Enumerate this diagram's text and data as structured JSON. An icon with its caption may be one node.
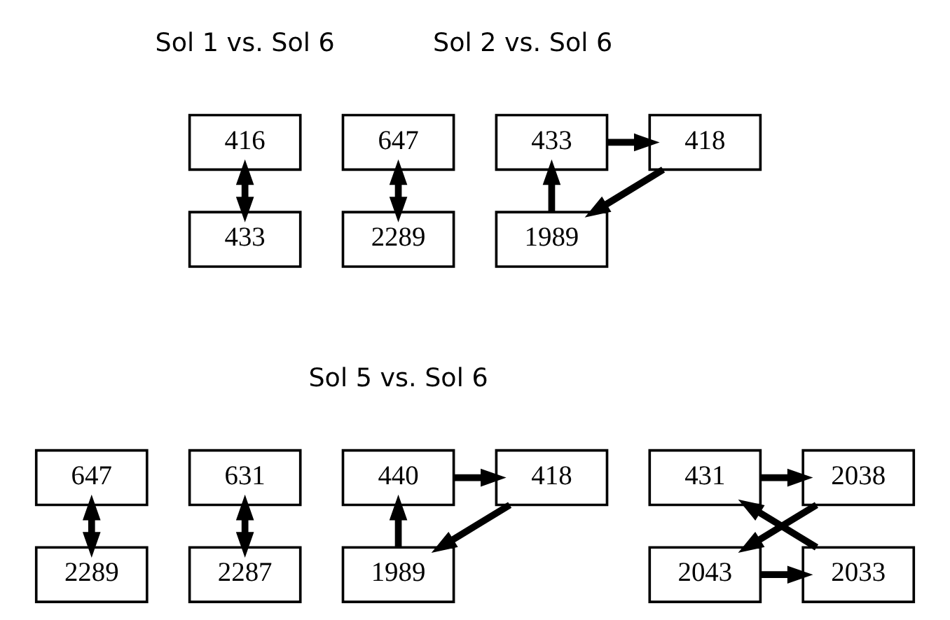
{
  "diagram": {
    "nodes": [
      {
        "text": [
          "416"
        ]
      },
      {
        "text": [
          "433"
        ]
      },
      {
        "text": [
          "647"
        ]
      },
      {
        "text": [
          "2289"
        ]
      },
      {
        "text": [
          "433"
        ]
      },
      {
        "text": [
          "418"
        ]
      },
      {
        "text": [
          "1989"
        ]
      },
      {
        "text": [
          "647"
        ]
      },
      {
        "text": [
          "2289"
        ]
      },
      {
        "text": [
          "631"
        ]
      },
      {
        "text": [
          "2287"
        ]
      },
      {
        "text": [
          "440"
        ]
      },
      {
        "text": [
          "418"
        ]
      },
      {
        "text": [
          "1989"
        ]
      },
      {
        "text": [
          "431"
        ]
      },
      {
        "text": [
          "2038"
        ]
      },
      {
        "text": [
          "2033"
        ]
      },
      {
        "text": [
          "2043"
        ]
      }
    ],
    "edges": [
      {
        "from": 0,
        "to": 1,
        "arrow": "both"
      },
      {
        "from": 2,
        "to": 3,
        "arrow": "both"
      },
      {
        "from": 4,
        "to": 5,
        "arrow": "to"
      },
      {
        "from": 5,
        "to": 6,
        "arrow": "to"
      },
      {
        "from": 6,
        "to": 4,
        "arrow": "to"
      },
      {
        "from": 7,
        "to": 8,
        "arrow": "both"
      },
      {
        "from": 9,
        "to": 10,
        "arrow": "both"
      },
      {
        "from": 11,
        "to": 12,
        "arrow": "to"
      },
      {
        "from": 12,
        "to": 13,
        "arrow": "to"
      },
      {
        "from": 13,
        "to": 11,
        "arrow": "to"
      },
      {
        "from": 14,
        "to": 15,
        "arrow": "to"
      },
      {
        "from": 15,
        "to": 17,
        "arrow": "to"
      },
      {
        "from": 17,
        "to": 16,
        "arrow": "to"
      },
      {
        "from": 16,
        "to": 14,
        "arrow": "to"
      }
    ],
    "labels": [
      "Sol 1 vs. Sol 6",
      "Sol 2 vs. Sol 6",
      "Sol 5 vs. Sol 6"
    ]
  }
}
